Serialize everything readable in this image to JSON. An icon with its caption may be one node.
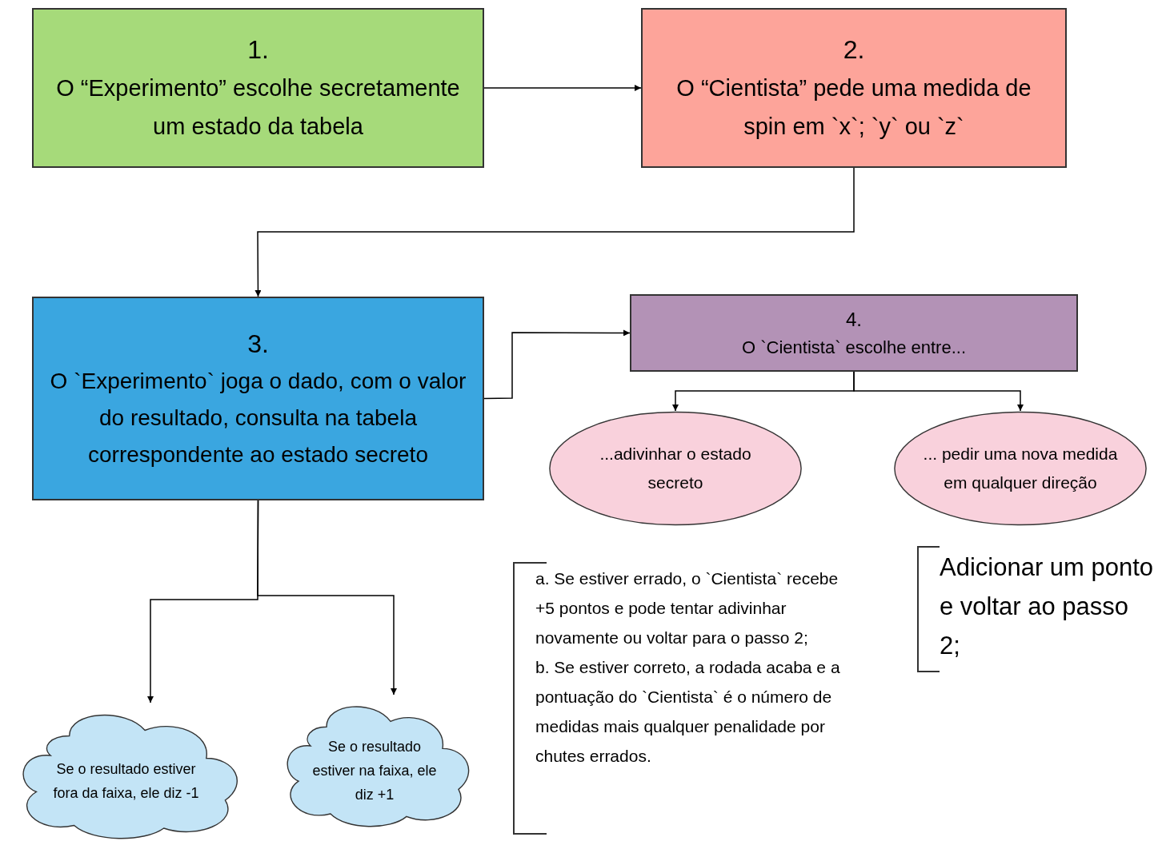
{
  "diagram": {
    "nodes": [
      {
        "text": [
          "1.",
          "O “Experimento” escolhe secretamente um estado da tabela"
        ]
      },
      {
        "text": [
          "2.",
          "O “Cientista” pede uma medida de spin em `x`; `y` ou `z`"
        ]
      },
      {
        "text": [
          "3.",
          "O `Experimento` joga o dado, com o valor do resultado, consulta na tabela correspondente ao estado secreto"
        ]
      },
      {
        "text": [
          "4.",
          "O `Cientista` escolhe entre..."
        ]
      },
      {
        "text": [
          "...adivinhar o estado secreto"
        ]
      },
      {
        "text": [
          "... pedir uma nova medida em qualquer direção"
        ]
      },
      {
        "text": [
          "Se o resultado estiver fora da faixa, ele diz -1"
        ]
      },
      {
        "text": [
          "Se o resultado estiver na faixa, ele diz +1"
        ]
      },
      {
        "text": [
          "a. Se estiver errado, o `Cientista` recebe +5 pontos e pode tentar adivinhar novamente ou voltar para o passo 2;",
          "b. Se estiver correto, a rodada acaba e a pontuação do `Cientista` é o número de medidas mais qualquer penalidade por chutes errados."
        ]
      },
      {
        "text": [
          "Adicionar um ponto e voltar ao passo 2;"
        ]
      }
    ],
    "edges": [
      {
        "from": 0,
        "to": 1,
        "arrow": "to"
      },
      {
        "from": 1,
        "to": 2,
        "arrow": "to"
      },
      {
        "from": 2,
        "to": 3,
        "arrow": "to"
      },
      {
        "from": 3,
        "to": 4,
        "arrow": "to"
      },
      {
        "from": 3,
        "to": 5,
        "arrow": "to"
      },
      {
        "from": 2,
        "to": 6,
        "arrow": "to"
      },
      {
        "from": 2,
        "to": 7,
        "arrow": "to"
      }
    ]
  }
}
